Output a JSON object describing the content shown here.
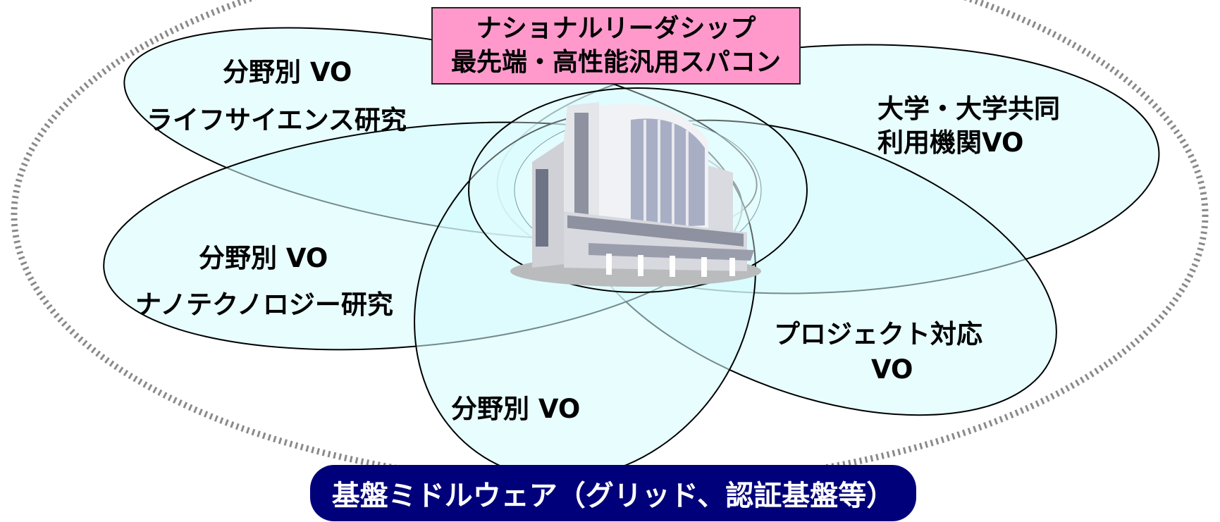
{
  "colors": {
    "ellipse_fill": "#d6fbfd",
    "ellipse_stroke": "#000000",
    "outer_dotted_ring": "#8a8a8a",
    "top_box_fill": "#ff99cc",
    "bottom_pill_fill": "#00007a",
    "bottom_pill_text": "#ffffff"
  },
  "top_box": {
    "line1": "ナショナルリーダシップ",
    "line2": "最先端・高性能汎用スパコン"
  },
  "center_icon": "building-icon",
  "vo_groups": {
    "life_science": {
      "line1": "分野別  VO",
      "line2": "ライフサイエンス研究"
    },
    "university": {
      "line1": "大学・大学共同",
      "line2": "利用機関VO"
    },
    "nanotech": {
      "line1": "分野別 VO",
      "line2": "ナノテクノロジー研究"
    },
    "project": {
      "line1": "プロジェクト対応",
      "line2": "VO"
    },
    "field_bottom": {
      "line1": "分野別 VO"
    }
  },
  "bottom_pill": {
    "label": "基盤ミドルウェア（グリッド、認証基盤等）"
  }
}
